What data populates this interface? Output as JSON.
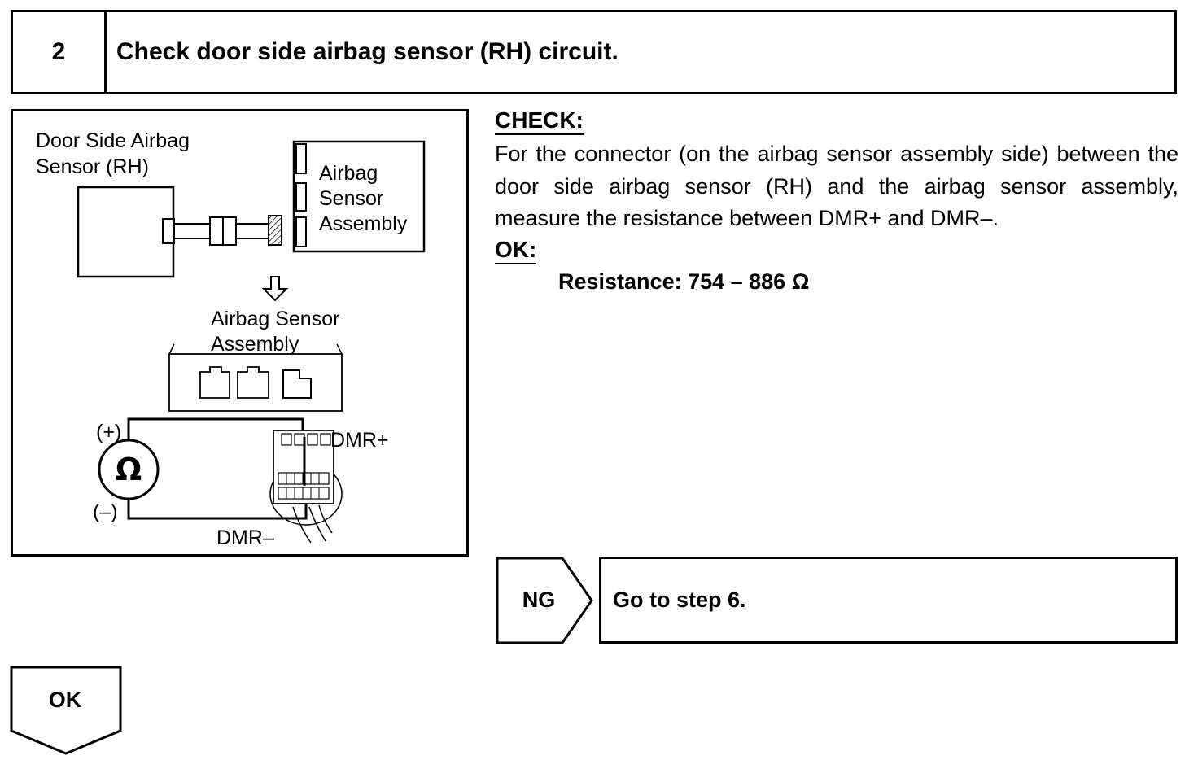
{
  "step": {
    "number": "2",
    "title": "Check door side airbag sensor (RH) circuit."
  },
  "diagram": {
    "sensor_label_line1": "Door Side Airbag",
    "sensor_label_line2": "Sensor (RH)",
    "assembly_label_line1": "Airbag",
    "assembly_label_line2": "Sensor",
    "assembly_label_line3": "Assembly",
    "lower_label_line1": "Airbag Sensor",
    "lower_label_line2": "Assembly",
    "plus": "(+)",
    "minus": "(–)",
    "ohm": "Ω",
    "dmr_plus": "DMR+",
    "dmr_minus": "DMR–"
  },
  "check": {
    "heading": "CHECK:",
    "text": "For the connector (on the airbag sensor assembly side) between the door side airbag sensor (RH) and the airbag sensor assembly, measure the resistance between DMR+ and DMR–.",
    "ok_heading": "OK:",
    "spec": "Resistance: 754 – 886 Ω"
  },
  "ng": {
    "label": "NG",
    "action": "Go to step 6."
  },
  "ok": {
    "label": "OK"
  }
}
